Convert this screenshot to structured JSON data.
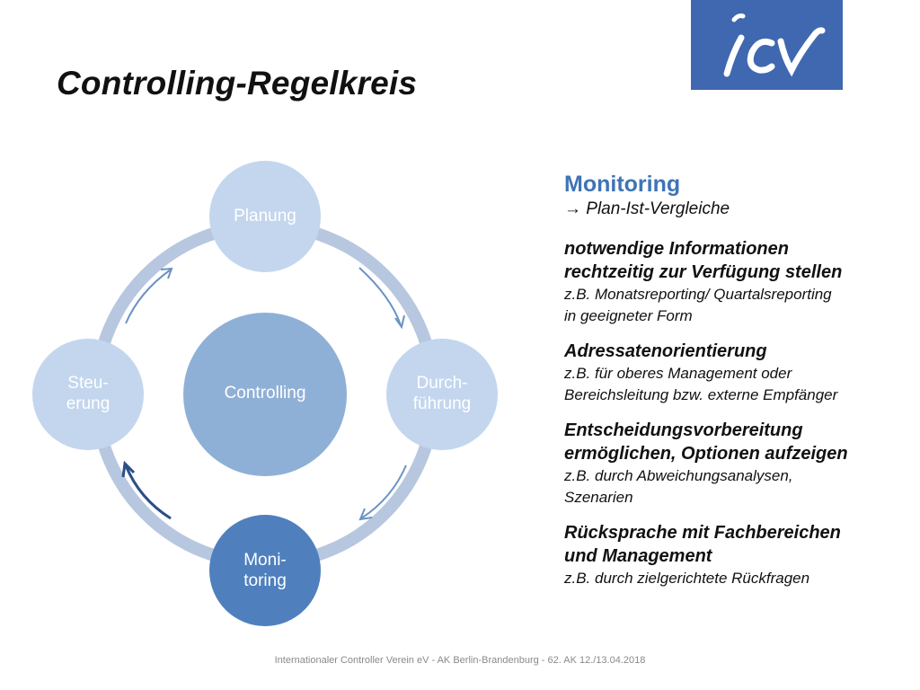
{
  "title": "Controlling-Regelkreis",
  "logo": {
    "text": "icv",
    "color": "#3f68b0"
  },
  "cycle": {
    "center": "Controlling",
    "nodes": {
      "top": [
        "Planung"
      ],
      "right": [
        "Durch-",
        "führung"
      ],
      "bottom": [
        "Moni-",
        "toring"
      ],
      "left": [
        "Steu-",
        "erung"
      ]
    }
  },
  "monitoring": {
    "heading": "Monitoring",
    "subline": "→ Plan-Ist-Vergleiche",
    "sections": [
      {
        "heading": [
          "notwendige Informationen",
          "rechtzeitig zur Verfügung stellen"
        ],
        "text": [
          "z.B. Monatsreporting/ Quartalsreporting",
          "in geeigneter Form"
        ]
      },
      {
        "heading": [
          "Adressatenorientierung"
        ],
        "text": [
          "z.B. für oberes Management oder",
          "Bereichsleitung bzw. externe Empfänger"
        ]
      },
      {
        "heading": [
          "Entscheidungsvorbereitung",
          "ermöglichen, Optionen aufzeigen"
        ],
        "text": [
          "z.B. durch Abweichungsanalysen,",
          "Szenarien"
        ]
      },
      {
        "heading": [
          "Rücksprache mit Fachbereichen",
          "und Management"
        ],
        "text": [
          "z.B. durch zielgerichtete Rückfragen"
        ]
      }
    ]
  },
  "footer": "Internationaler Controller Verein eV - AK Berlin-Brandenburg - 62. AK 12./13.04.2018",
  "colors": {
    "ring": "#b7c7df",
    "center": "#8fb0d6",
    "planung": "#c3d6ee",
    "durchfuehrung": "#c3d6ee",
    "monitoring": "#4f80bd",
    "steuerung": "#c3d6ee",
    "arrow": "#6a93c6",
    "arrow_dark": "#2a4f86",
    "accent": "#3f74b6"
  }
}
